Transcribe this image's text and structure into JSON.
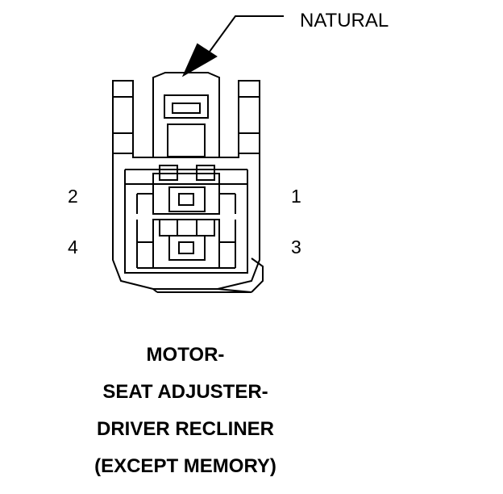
{
  "callout": {
    "text": "NATURAL"
  },
  "pins": {
    "p1": "1",
    "p2": "2",
    "p3": "3",
    "p4": "4"
  },
  "caption": {
    "lines": [
      "MOTOR-",
      "SEAT ADJUSTER-",
      "DRIVER RECLINER",
      "(EXCEPT MEMORY)"
    ]
  },
  "colors": {
    "line": "#000000",
    "background": "#ffffff"
  }
}
